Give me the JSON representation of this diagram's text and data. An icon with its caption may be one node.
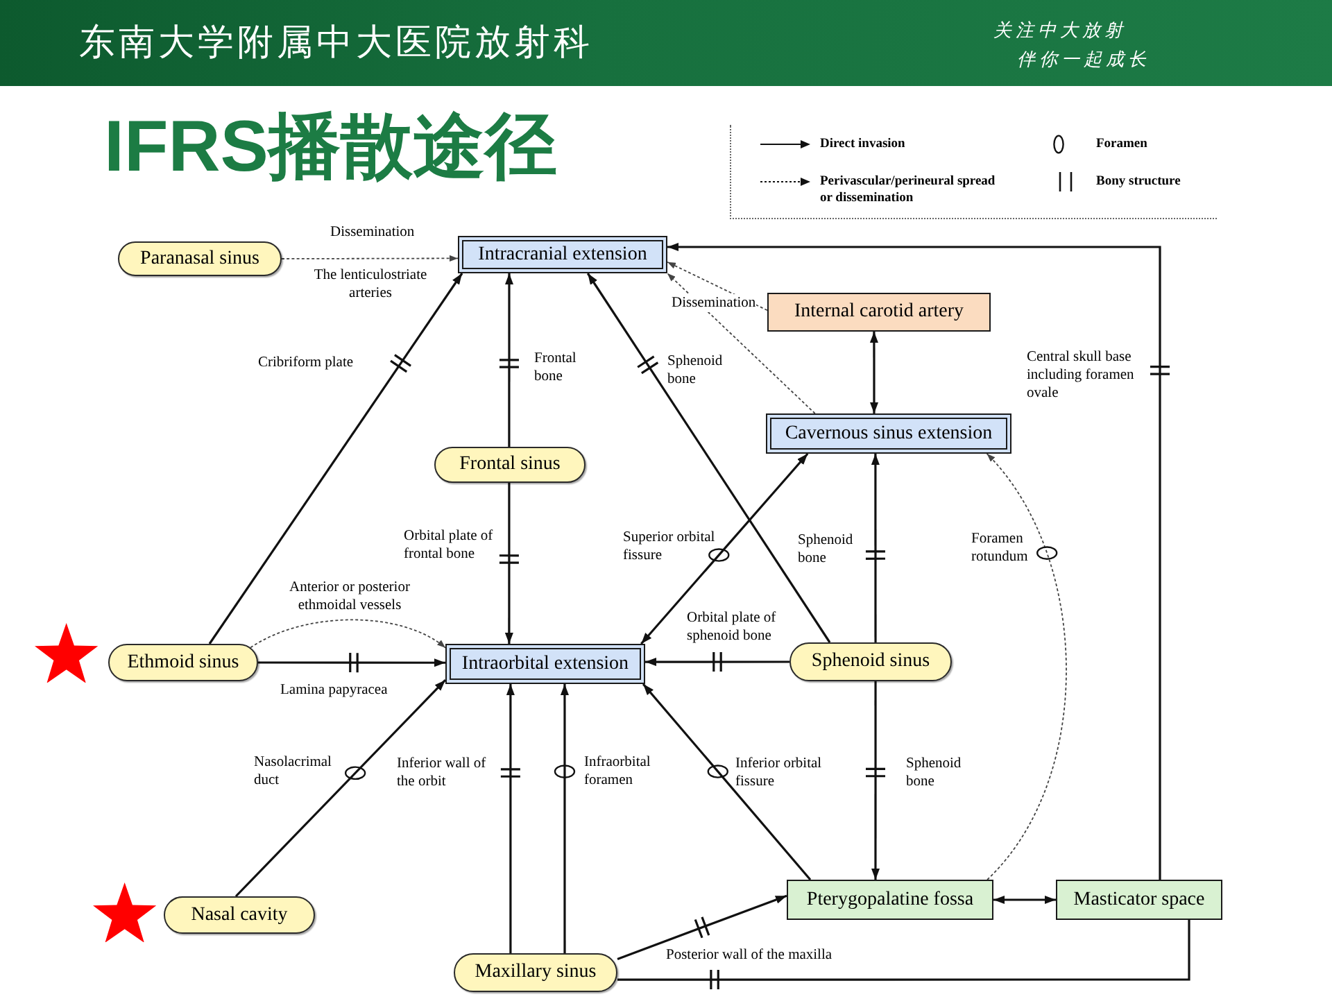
{
  "diagram": {
    "title": "IFRS播散途径",
    "nodes": [
      {
        "text": [
          "Paranasal sinus"
        ]
      },
      {
        "text": [
          "Intracranial extension"
        ]
      },
      {
        "text": [
          "Internal carotid artery"
        ]
      },
      {
        "text": [
          "Frontal sinus"
        ]
      },
      {
        "text": [
          "Cavernous sinus extension"
        ]
      },
      {
        "text": [
          "Ethmoid sinus"
        ]
      },
      {
        "text": [
          "Intraorbital extension"
        ]
      },
      {
        "text": [
          "Sphenoid sinus"
        ]
      },
      {
        "text": [
          "Nasal cavity"
        ]
      },
      {
        "text": [
          "Pterygopalatine fossa"
        ]
      },
      {
        "text": [
          "Masticator space"
        ]
      },
      {
        "text": [
          "Maxillary sinus"
        ]
      }
    ],
    "edges": [
      {
        "from": 0,
        "to": 1,
        "arrow": "to",
        "label": "Dissemination",
        "style": "dashed"
      },
      {
        "from": 5,
        "to": 1,
        "arrow": "to",
        "label": "Cribriform plate"
      },
      {
        "from": 3,
        "to": 1,
        "arrow": "to",
        "label": "Frontal bone"
      },
      {
        "from": 7,
        "to": 1,
        "arrow": "to",
        "label": "Sphenoid bone"
      },
      {
        "from": 10,
        "to": 1,
        "arrow": "to",
        "label": "Central skull base including foramen ovale"
      },
      {
        "from": 2,
        "to": 1,
        "arrow": "to",
        "label": "Dissemination",
        "style": "dashed"
      },
      {
        "from": 4,
        "to": 1,
        "arrow": "to",
        "style": "dashed"
      },
      {
        "from": 2,
        "to": 4,
        "arrow": "both"
      },
      {
        "from": 3,
        "to": 6,
        "arrow": "to",
        "label": "Orbital plate of frontal bone"
      },
      {
        "from": 5,
        "to": 6,
        "arrow": "to",
        "label": "Anterior or posterior ethmoidal vessels",
        "style": "dashed"
      },
      {
        "from": 5,
        "to": 6,
        "arrow": "to",
        "label": "Lamina papyracea"
      },
      {
        "from": 6,
        "to": 4,
        "arrow": "both",
        "label": "Superior orbital fissure"
      },
      {
        "from": 7,
        "to": 6,
        "arrow": "to",
        "label": "Orbital plate of sphenoid bone"
      },
      {
        "from": 7,
        "to": 4,
        "arrow": "to",
        "label": "Sphenoid bone"
      },
      {
        "from": 9,
        "to": 4,
        "arrow": "to",
        "label": "Foramen rotundum",
        "style": "dashed"
      },
      {
        "from": 7,
        "to": 9,
        "arrow": "to",
        "label": "Sphenoid bone"
      },
      {
        "from": 8,
        "to": 6,
        "arrow": "to",
        "label": "Nasolacrimal duct"
      },
      {
        "from": 11,
        "to": 6,
        "arrow": "to",
        "label": "Inferior wall of the orbit"
      },
      {
        "from": 11,
        "to": 6,
        "arrow": "to",
        "label": "Infraorbital foramen"
      },
      {
        "from": 9,
        "to": 6,
        "arrow": "to",
        "label": "Inferior orbital fissure"
      },
      {
        "from": 9,
        "to": 10,
        "arrow": "both"
      },
      {
        "from": 11,
        "to": 9,
        "arrow": "to",
        "label": "Posterior wall of the maxilla"
      },
      {
        "from": 11,
        "to": 10,
        "arrow": "none"
      }
    ],
    "labels": [
      "东南大学附属中大医院放射科",
      "关注中大放射",
      "伴你一起成长",
      "The lenticulostriate arteries"
    ],
    "legend": [
      {
        "text": "Direct invasion"
      },
      {
        "text": "Foramen"
      },
      {
        "text": "Perivascular/perineural spread or dissemination"
      },
      {
        "text": "Bony structure"
      }
    ]
  }
}
